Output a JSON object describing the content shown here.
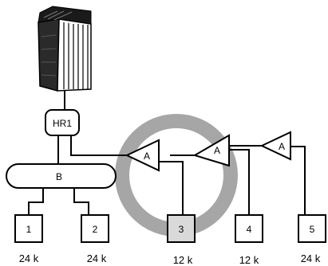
{
  "hr_box": {
    "label": "HR1"
  },
  "branch": {
    "label": "B"
  },
  "adapters": [
    {
      "label": "A"
    },
    {
      "label": "A"
    },
    {
      "label": "A"
    }
  ],
  "units": [
    {
      "number": "1",
      "capacity": "24 k"
    },
    {
      "number": "2",
      "capacity": "24 k"
    },
    {
      "number": "3",
      "capacity": "12 k"
    },
    {
      "number": "4",
      "capacity": "12 k"
    },
    {
      "number": "5",
      "capacity": "24 k"
    }
  ],
  "colors": {
    "line": "#000000",
    "ring": "#a6a6a6",
    "unit_fill": "#ffffff",
    "highlight_fill": "#d9d9d9",
    "outdoor_body": "#1a1a1a"
  },
  "icons": {
    "outdoor_unit": "vrf-outdoor-unit-icon"
  }
}
